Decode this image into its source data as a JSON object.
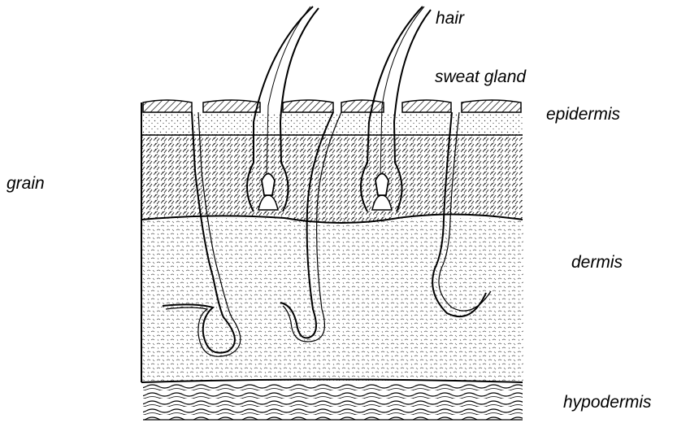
{
  "labels": {
    "hair": "hair",
    "sweat_gland": "sweat gland",
    "epidermis": "epidermis",
    "grain": "grain",
    "dermis": "dermis",
    "hypodermis": "hypodermis"
  },
  "colors": {
    "ink": "#000000",
    "paper": "#ffffff",
    "stipple": "#3a3a3a"
  }
}
